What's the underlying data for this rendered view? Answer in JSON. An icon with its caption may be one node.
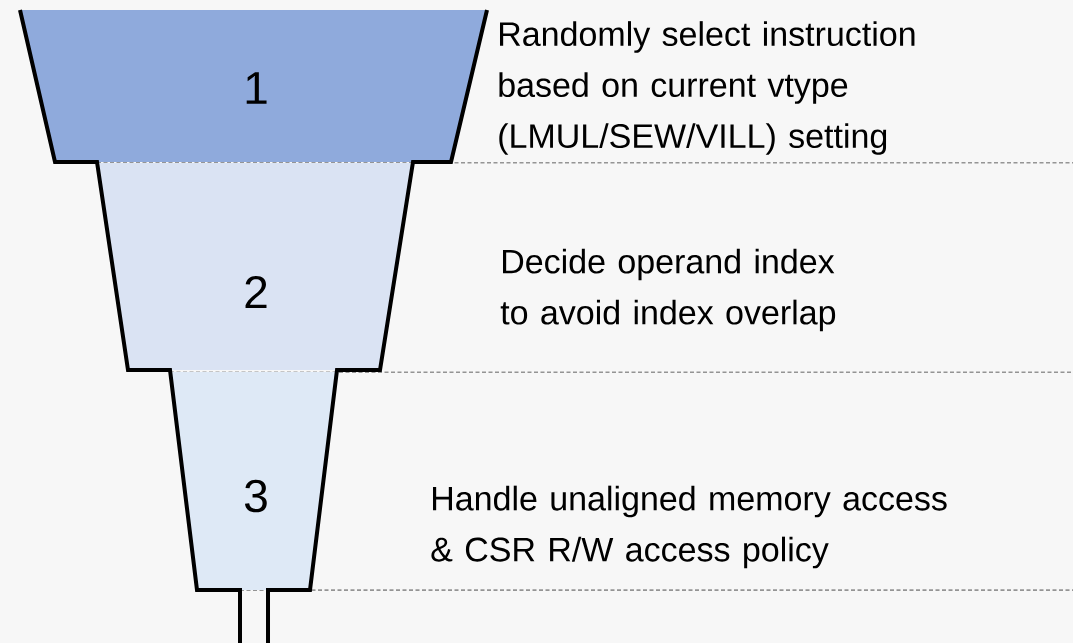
{
  "diagram": {
    "nodes": [
      {
        "text": [
          "1"
        ],
        "beside": [
          "Randomly select instruction based on current vtype (LMUL/SEW/VILL) setting"
        ]
      },
      {
        "text": [
          "2"
        ],
        "beside": [
          "Decide operand index to avoid index overlap"
        ]
      },
      {
        "text": [
          "3"
        ],
        "beside": [
          "Handle unaligned memory access & CSR R/W access policy"
        ]
      }
    ]
  }
}
